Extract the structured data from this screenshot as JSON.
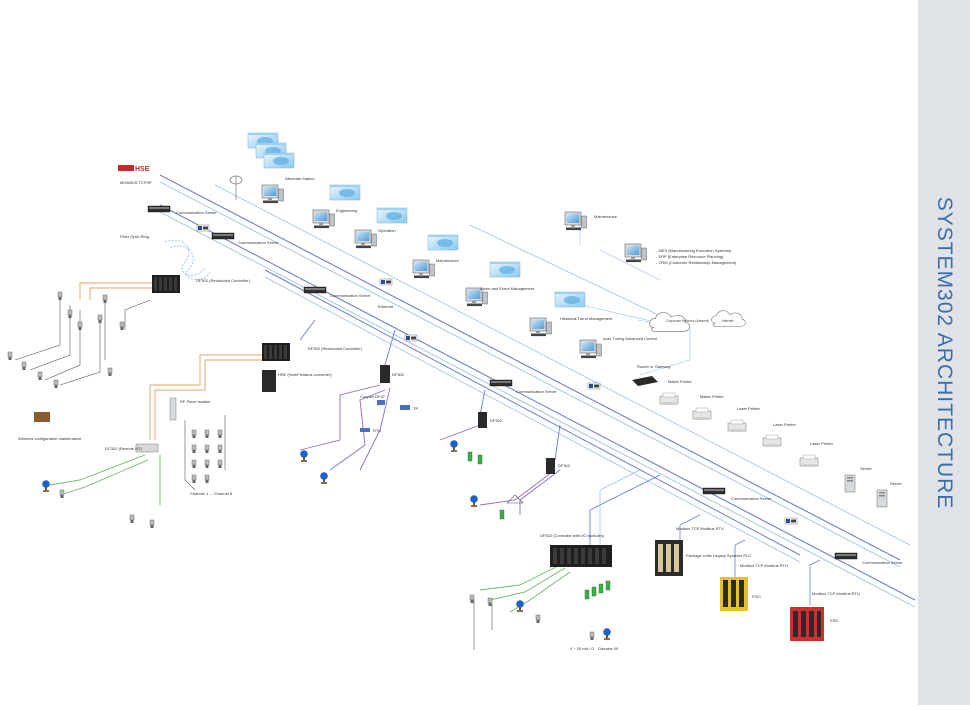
{
  "side_title": "SYSTEM302 ARCHITECTURE",
  "brand": {
    "logo_text": "HSE",
    "caption": "MODBUS TCP/IP"
  },
  "labels": {
    "alternate_station": "Alternate Station",
    "engineering": "Engineering",
    "operation": "Operation",
    "maintenance_upper": "Maintenance",
    "maintenance_right": "Maintenance",
    "alarm_event": "Alarm and Event Management",
    "historical_trend": "Historical Trend Management",
    "auto_tuning": "Auto Tuning Advanced Control",
    "mes": "- MES (Manufacturing Execution Systems)",
    "erp": "- ERP (Enterprise Resource Planning)",
    "crm": "- CRM (Customer Relationship Management)",
    "comm_server_1": "Communication Server",
    "comm_server_2": "Communication Server",
    "comm_server_3": "Communication Server",
    "comm_server_4": "Communication Server",
    "comm_server_5": "Communication Server",
    "comm_server_6": "Communication Server",
    "fiber_optic_ring": "Fiber Optic Ring",
    "ethernet": "Ethernet",
    "df_redundant_1": "DF302 (Redundant Controller)",
    "df_redundant_2": "DF302 (Redundant Controller)",
    "hse_converter": "HSE (Hart/Fieldbus converter)",
    "df_mid": "DF302",
    "coupler": "Coupler DF47",
    "tp": "TP",
    "rtu": "RTU",
    "rf_piece": "RF Piece Isolator",
    "dc302": "DC302 (Remote I/O)",
    "wireless": "Wireless configuration maintenance",
    "channels": "Channel 1 ... Channel 8",
    "df_small_1": "DF302",
    "df_small_2": "DF302",
    "df_big": "DF302 (Controller with I/O modules)",
    "router": "Router or Gateway",
    "matrix_1": "Matrix Printer",
    "matrix_2": "Matrix Printer",
    "laser_1": "Laser Printer",
    "laser_2": "Laser Printer",
    "laser_3": "Laser Printer",
    "server_1": "Server",
    "server_2": "Server",
    "corporate_net": "Corporate Network (Intranet)",
    "internet": "Internet",
    "modbus_1": "Modbus TCP Modbus RTU",
    "package_units": "Package Units Legacy Systems PLC",
    "modbus_2": "Modbus TCP Modbus RTU",
    "fisc": "FISC",
    "modbus_3": "Modbus TCP Modbus RTU",
    "esd": "ESD",
    "analog": "4 ~ 20 mA / 0",
    "discrete": "Discrete I/0"
  },
  "colors": {
    "main_bus": "#6d7fc7",
    "bus_light": "#9fc0e6",
    "orange_link": "#e8a060",
    "purple_link": "#8e6bbf",
    "green_link": "#6cb66a",
    "side_title": "#3b6ea8",
    "package_unit": "#2b2b2b",
    "fisc_cab": "#e3c326",
    "esd_cab": "#c8322a"
  }
}
